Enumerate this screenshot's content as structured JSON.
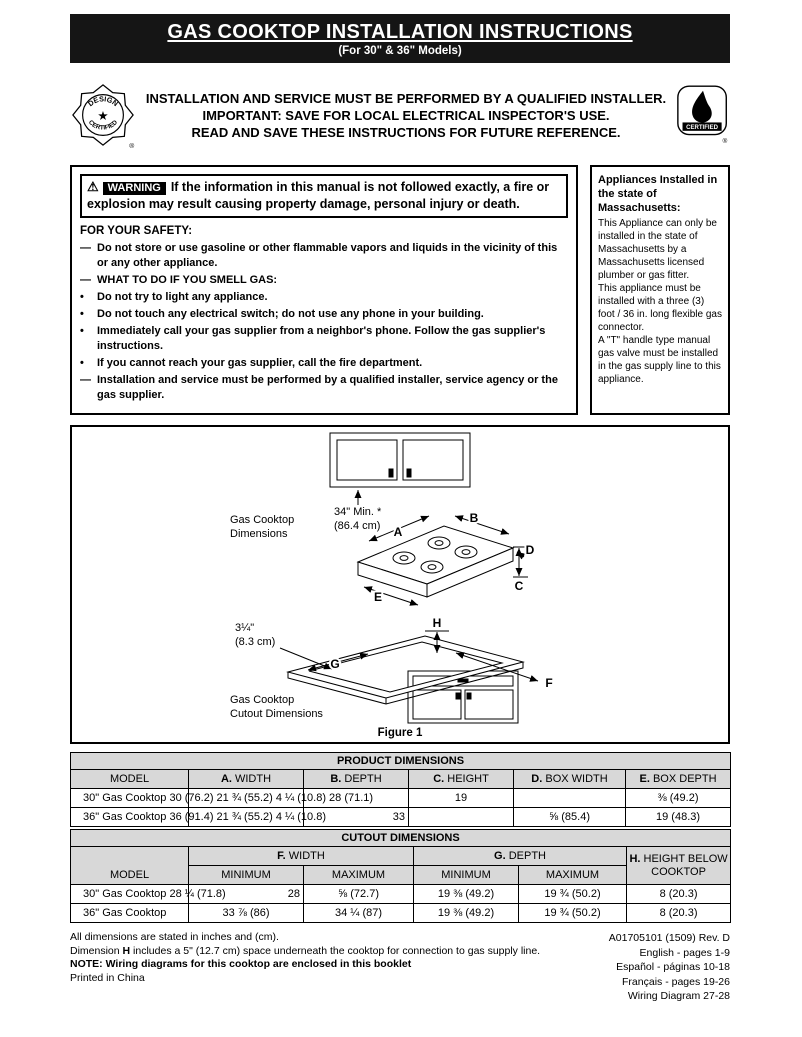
{
  "page": {
    "title": "GAS COOKTOP INSTALLATION INSTRUCTIONS",
    "subtitle": "(For 30\" & 36\" Models)"
  },
  "notice": {
    "lines": [
      "INSTALLATION AND SERVICE MUST BE PERFORMED BY A QUALIFIED INSTALLER.",
      "IMPORTANT: SAVE FOR LOCAL ELECTRICAL INSPECTOR'S USE.",
      "READ AND SAVE THESE INSTRUCTIONS FOR FUTURE REFERENCE."
    ],
    "design_badge": {
      "top": "DESIGN",
      "bottom": "CERTIFIED",
      "star": "★",
      "reg": "®"
    },
    "csa_badge": {
      "label": "CERTIFIED",
      "reg": "®"
    }
  },
  "warning": {
    "icon": "⚠",
    "label": "WARNING",
    "statement": "If the information in this manual is not followed exactly, a fire or explosion may result causing property damage, personal injury or death.",
    "safety_heading": "FOR YOUR SAFETY:",
    "items": [
      {
        "marker": "—",
        "text": "Do not store or use gasoline or other flammable vapors and liquids in the vicinity of this or any other appliance."
      },
      {
        "marker": "—",
        "text": "WHAT TO DO IF YOU SMELL GAS:"
      },
      {
        "marker": "•",
        "text": "Do not try to light any appliance."
      },
      {
        "marker": "•",
        "text": "Do not touch any electrical switch; do not use any phone in your building."
      },
      {
        "marker": "•",
        "text": "Immediately call your gas supplier from a neighbor's phone. Follow the gas supplier's instructions."
      },
      {
        "marker": "•",
        "text": "If you cannot reach your gas supplier, call the fire department."
      },
      {
        "marker": "—",
        "text": "Installation and service must be performed by a qualified installer, service agency or the gas supplier."
      }
    ]
  },
  "massachusetts": {
    "title": "Appliances Installed in the state of Massachusetts:",
    "paragraphs": [
      "This Appliance can only be installed in the state of Massachusetts by a Massachusetts licensed plumber or gas fitter.",
      "This appliance must be installed with a three (3) foot / 36 in. long flexible gas connector.",
      "A \"T\" handle type manual gas valve must be installed in the gas supply line to this appliance."
    ]
  },
  "figure": {
    "caption": "Figure 1",
    "min_height": "34\" Min. *",
    "min_height_cm": "(86.4 cm)",
    "cooktop_label_1": "Gas Cooktop",
    "cooktop_label_2": "Dimensions",
    "offset": "3¼\"",
    "offset_cm": "(8.3 cm)",
    "cutout_label_1": "Gas Cooktop",
    "cutout_label_2": "Cutout Dimensions",
    "dims": {
      "A": "A",
      "B": "B",
      "C": "C",
      "D": "D",
      "E": "E",
      "F": "F",
      "G": "G",
      "H": "H"
    }
  },
  "product_table": {
    "title": "PRODUCT DIMENSIONS",
    "headers": [
      {
        "letter": "",
        "label": "MODEL"
      },
      {
        "letter": "A.",
        "label": " WIDTH"
      },
      {
        "letter": "B.",
        "label": " DEPTH"
      },
      {
        "letter": "C.",
        "label": " HEIGHT"
      },
      {
        "letter": "D.",
        "label": " BOX WIDTH"
      },
      {
        "letter": "E.",
        "label": " BOX DEPTH"
      }
    ],
    "rows": [
      [
        "30\" Gas Cooktop 30 (76.2) 21 ¾ (55.2) 4 ¼ (10.8) 28 (71.1)",
        "",
        "",
        "19",
        "",
        "⅜ (49.2)"
      ],
      [
        "36\" Gas Cooktop 36 (91.4) 21 ¾ (55.2) 4 ¼ (10.8)",
        "",
        "33",
        "",
        "⅝ (85.4)",
        "19 (48.3)"
      ]
    ]
  },
  "cutout_table": {
    "title": "CUTOUT DIMENSIONS",
    "model_header": "MODEL",
    "group_headers": [
      {
        "letter": "F.",
        "label": " WIDTH"
      },
      {
        "letter": "G.",
        "label": " DEPTH"
      }
    ],
    "h_header": {
      "letter": "H.",
      "label1": " HEIGHT BELOW",
      "label2": "COOKTOP"
    },
    "sub_headers": [
      "MINIMUM",
      "MAXIMUM",
      "MINIMUM",
      "MAXIMUM"
    ],
    "rows": [
      [
        "30\" Gas Cooktop 28 ¼ (71.8)",
        "28",
        "⅝ (72.7)",
        "19 ⅜ (49.2)",
        "19 ¾ (50.2)",
        "8 (20.3)"
      ],
      [
        "36\" Gas Cooktop",
        "33 ⅞ (86)",
        "34 ¼ (87)",
        "19 ⅜ (49.2)",
        "19 ¾ (50.2)",
        "8 (20.3)"
      ]
    ]
  },
  "footer": {
    "note1": "All dimensions are stated in inches and (cm).",
    "note2_pre": "Dimension ",
    "note2_bold": "H",
    "note2_post": " includes a 5\" (12.7 cm) space underneath the cooktop for connection to gas supply line.",
    "note3": "NOTE: Wiring diagrams for this cooktop are enclosed in this booklet",
    "note4": "Printed in China",
    "doc_number": "A01705101 (1509) Rev. D",
    "languages": [
      "English - pages 1-9",
      "Español - páginas 10-18",
      "Français - pages 19-26",
      "Wiring Diagram 27-28"
    ]
  }
}
